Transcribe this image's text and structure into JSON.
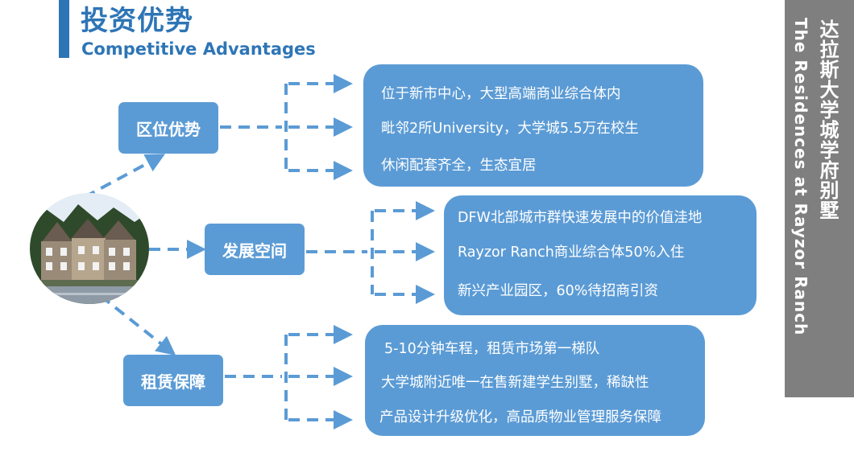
{
  "header": {
    "title": "投资优势",
    "subtitle": "Competitive Advantages"
  },
  "side_panel": {
    "title_cn": "达拉斯大学城学府别墅",
    "title_en": "The Residences at Rayzor Ranch"
  },
  "colors": {
    "accent": "#2e75b6",
    "box_fill": "#5b9bd5",
    "side_panel": "#7f7f7f",
    "text_on_box": "#ffffff"
  },
  "nodes": [
    {
      "label": "区位优势",
      "items": [
        "位于新市中心，大型高端商业综合体内",
        "毗邻2所University，大学城5.5万在校生",
        "休闲配套齐全，生态宜居"
      ]
    },
    {
      "label": "发展空间",
      "items": [
        "DFW北部城市群快速发展中的价值洼地",
        "Rayzor Ranch商业综合体50%入住",
        "新兴产业园区，60%待招商引资"
      ]
    },
    {
      "label": "租赁保障",
      "items": [
        "5-10分钟车程，租赁市场第一梯队",
        "大学城附近唯一在售新建学生别墅，稀缺性",
        "产品设计升级优化，高品质物业管理服务保障"
      ]
    }
  ]
}
